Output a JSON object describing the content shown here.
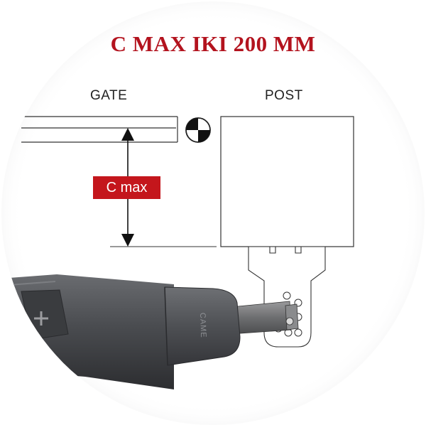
{
  "title": "C MAX IKI 200 MM",
  "labels": {
    "gate": "GATE",
    "post": "POST",
    "dimension": "C max"
  },
  "device": {
    "brand_mark": "CAME"
  },
  "colors": {
    "title": "#b3131e",
    "dimension_badge": "#c4161c",
    "actuator_body": "#4a4c4f",
    "background": "#ffffff"
  }
}
